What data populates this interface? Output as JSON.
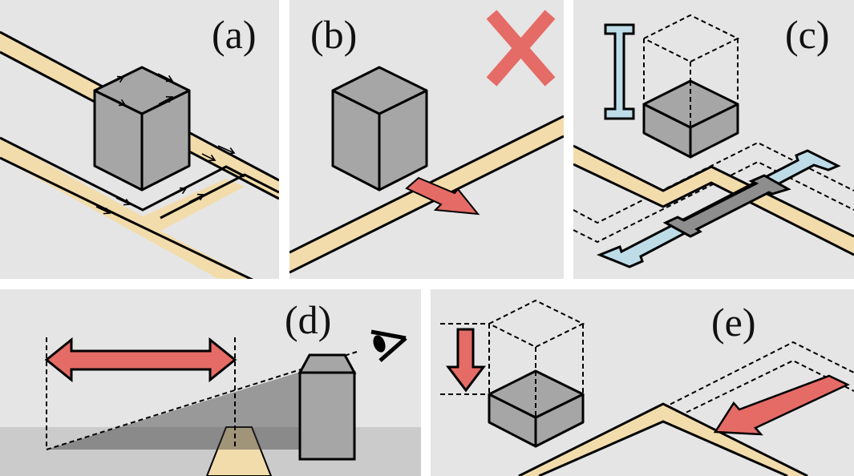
{
  "figure": {
    "panels": [
      {
        "id": "a",
        "label": "(a)",
        "description": "Cube on road with flow arrows redirecting traffic around it"
      },
      {
        "id": "b",
        "label": "(b)",
        "description": "Cube displaced off road; rejected (cross mark)"
      },
      {
        "id": "c",
        "label": "(c)",
        "description": "Cube height reduced; road and bridge shifted"
      },
      {
        "id": "d",
        "label": "(d)",
        "description": "Side view: occlusion from eye viewpoint over building"
      },
      {
        "id": "e",
        "label": "(e)",
        "description": "Cube height reduced; road moved toward viewer"
      }
    ]
  },
  "colors": {
    "background": "#e5e5e5",
    "road": "#f2dcab",
    "building": "#a6a6a6",
    "accent_red": "#e56b66",
    "bridge_blue": "#bddce8",
    "stroke": "#000000"
  },
  "icons": {
    "cross": "cross-mark-icon",
    "eye": "eye-icon"
  }
}
